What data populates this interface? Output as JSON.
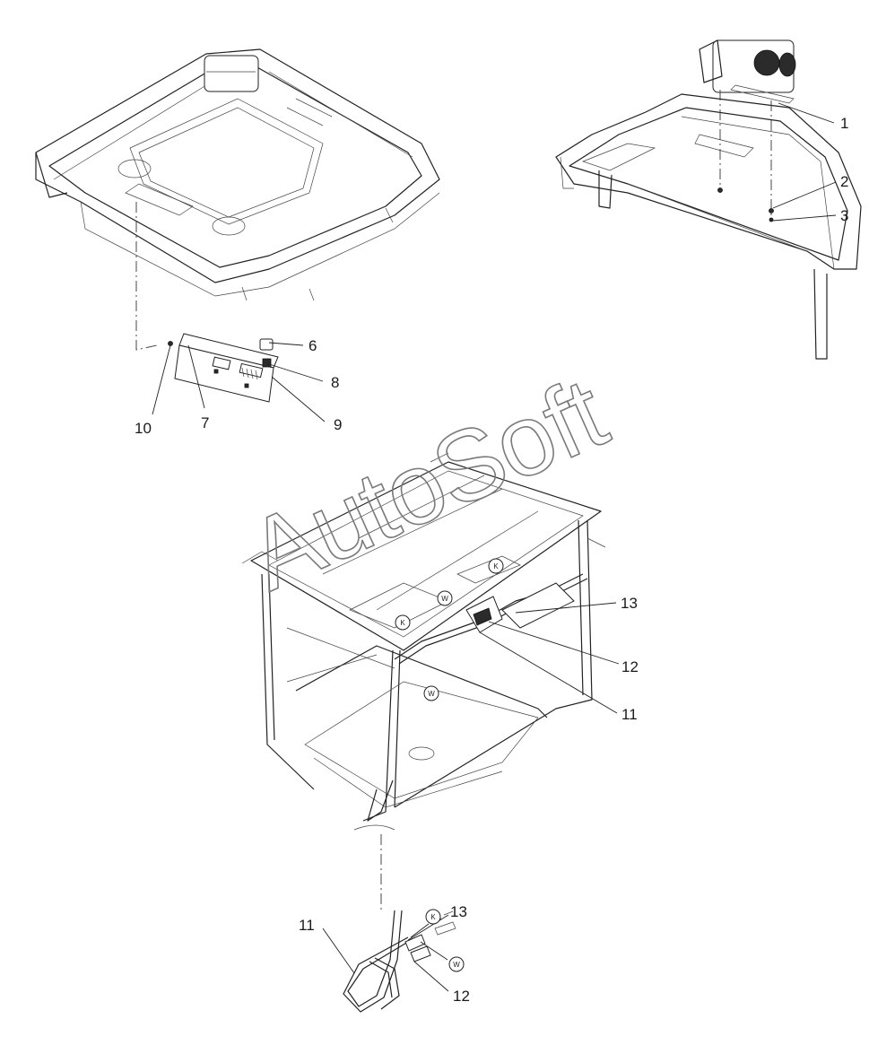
{
  "watermark": {
    "text": "AutoSoft"
  },
  "callouts": {
    "c1": "1",
    "c2": "2",
    "c3": "3",
    "c6": "6",
    "c7": "7",
    "c8": "8",
    "c9": "9",
    "c10": "10",
    "c11": "11",
    "c12": "12",
    "c13": "13",
    "c11b": "11",
    "c12b": "12",
    "c13b": "13"
  },
  "bubbles": {
    "k1": "K",
    "w1": "W",
    "k2": "K",
    "w2": "W",
    "k3": "K",
    "w3": "W"
  },
  "colors": {
    "line": "#222222",
    "watermark": "#7a7a7a",
    "background": "#ffffff"
  }
}
